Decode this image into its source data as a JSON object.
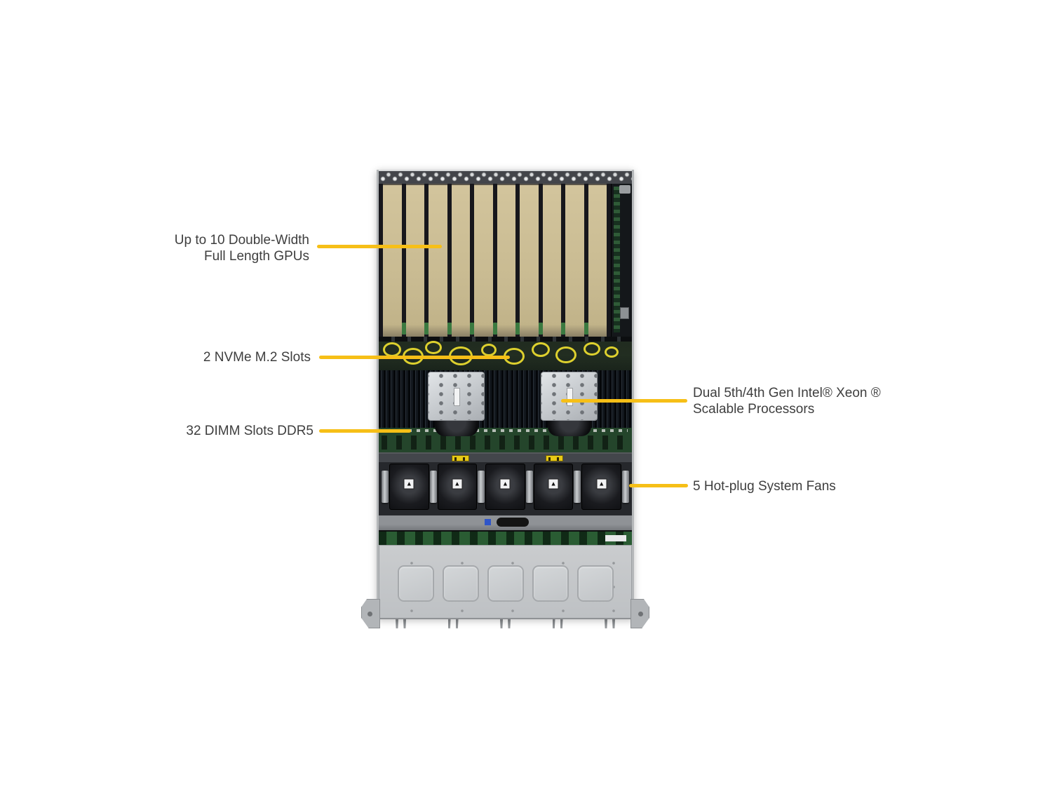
{
  "figure": {
    "type": "annotated-server-top-view-diagram",
    "accent_color": "#f6bf17",
    "text_color": "#3e3e3e",
    "background": "#ffffff"
  },
  "callouts": {
    "gpus": {
      "line1": "Up to 10 Double-Width",
      "line2": "Full Length GPUs"
    },
    "nvme": {
      "line1": "2 NVMe M.2 Slots"
    },
    "cpu": {
      "line1": "Dual 5th/4th Gen Intel® Xeon ®",
      "line2": "Scalable Processors"
    },
    "dimm": {
      "line1": "32 DIMM Slots DDR5"
    },
    "fans": {
      "line1": "5 Hot-plug System Fans"
    }
  },
  "server": {
    "gpu_slot_count": 10,
    "fan_count": 5,
    "dimm_slot_count": 32,
    "nvme_slot_count": 2,
    "cpu_count": 2,
    "fan_arrow_glyph": "▲",
    "gpu_card_color": "#c9bb92",
    "cable_color": "#ddd02e",
    "pcb_color": "#2a5c33"
  }
}
